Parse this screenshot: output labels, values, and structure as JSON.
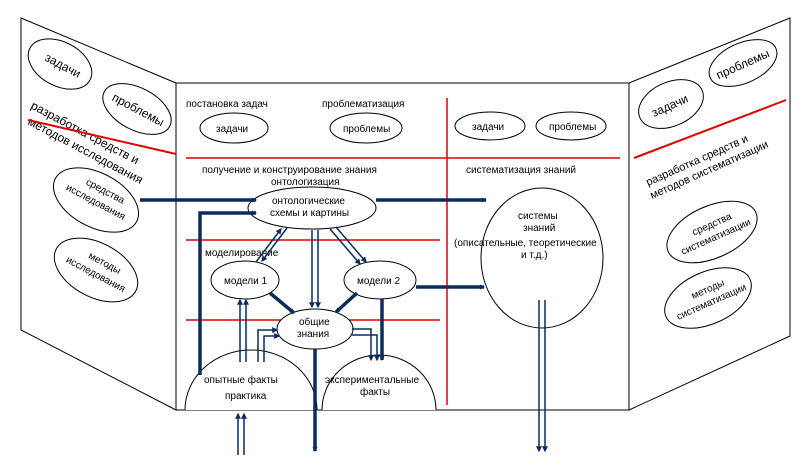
{
  "left_panel": {
    "goals": "задачи",
    "problems": "проблемы",
    "heading_line1": "разработка средств и",
    "heading_line2": "методов исследования",
    "tools_line1": "средства",
    "tools_line2": "исследования",
    "methods_line1": "методы",
    "methods_line2": "исследования"
  },
  "center": {
    "task_setting": "постановка задач",
    "problematization": "проблематизация",
    "goals": "задачи",
    "problems": "проблемы",
    "goals_right": "задачи",
    "problems_right": "проблемы",
    "knowledge_heading": "получение и конструирование знания",
    "ontologization": "онтологизация",
    "systematization_heading": "систематизация знаний",
    "onto_line1": "онтологические",
    "onto_line2": "схемы и картины",
    "modeling": "моделирование",
    "model1": "модели 1",
    "model2": "модели 2",
    "general_line1": "общие",
    "general_line2": "знания",
    "systems_line1": "системы",
    "systems_line2": "знаний",
    "systems_line3": "(описательные, теоретические",
    "systems_line4": "и т.д.)",
    "experience_facts": "опытные факты",
    "practice": "практика",
    "exp_line1": "экспериментальные",
    "exp_line2": "факты"
  },
  "right_panel": {
    "goals": "задачи",
    "problems": "проблемы",
    "heading_line1": "разработка средств и",
    "heading_line2": "методов систематизации",
    "tools_line1": "средства",
    "tools_line2": "систематизации",
    "methods_line1": "методы",
    "methods_line2": "систематизации"
  },
  "colors": {
    "arrow": "#0b2b5c",
    "separator": "#e00000",
    "outline": "#000000"
  }
}
